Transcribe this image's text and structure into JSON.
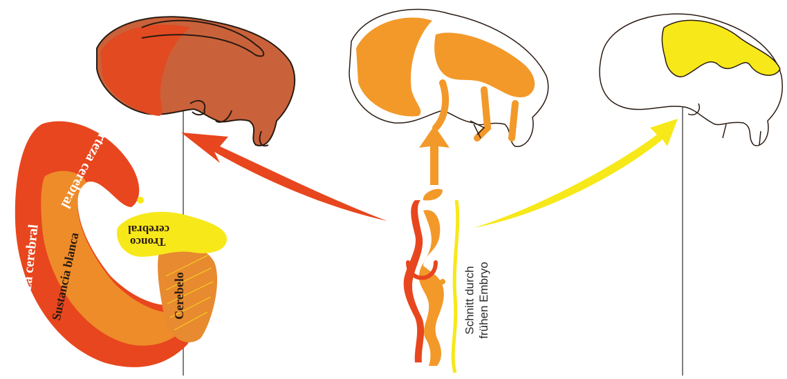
{
  "labels": {
    "cortex_left": "Corteza cerebral",
    "cortex_top": "Corteza cerebral",
    "white_matter": "Sustancia blanca",
    "cerebellum": "Cerebelo",
    "brainstem_line1": "Tronco",
    "brainstem_line2": "cerebral",
    "section_line1": "Schnitt durch",
    "section_line2": "frühen Embryo"
  },
  "colors": {
    "cortex": "#e8461e",
    "body_red": "#c9623a",
    "head_red": "#e24a22",
    "white_matter": "#ee8c2a",
    "orange": "#f2992a",
    "yellow": "#f7e81a",
    "outline": "#2a1a12",
    "line": "#2a2a2a"
  },
  "icons": [
    "embryo-red-figure",
    "embryo-orange-figure",
    "embryo-yellow-figure",
    "arrow-red-icon",
    "arrow-orange-icon",
    "arrow-yellow-icon",
    "neural-tube-section"
  ]
}
